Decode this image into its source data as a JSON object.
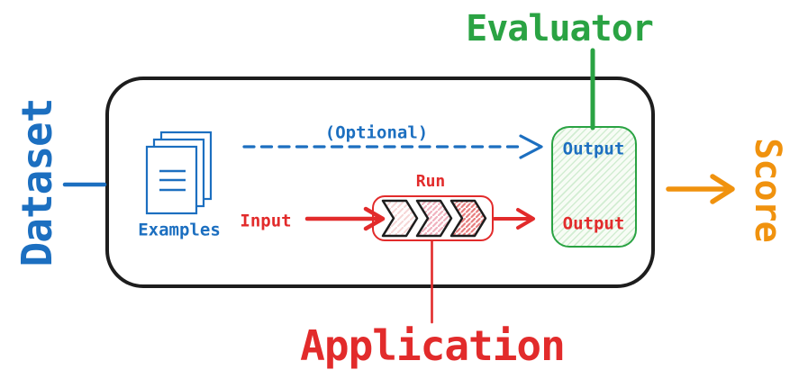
{
  "labels": {
    "dataset": "Dataset",
    "evaluator": "Evaluator",
    "score": "Score",
    "application": "Application",
    "examples": "Examples",
    "optional": "(Optional)",
    "input": "Input",
    "run": "Run",
    "output_evaluator": "Output",
    "output_run": "Output"
  },
  "colors": {
    "blue": "#1c6fc0",
    "red": "#e22b2b",
    "green": "#2aa343",
    "orange": "#f0920e",
    "outline_black": "#1d1d1d",
    "evaluator_box_hatch": "#d2edd2"
  },
  "icons": {
    "documents_stack": "documents-stack-icon",
    "pipeline_chevrons": "pipeline-chevrons-icon"
  }
}
